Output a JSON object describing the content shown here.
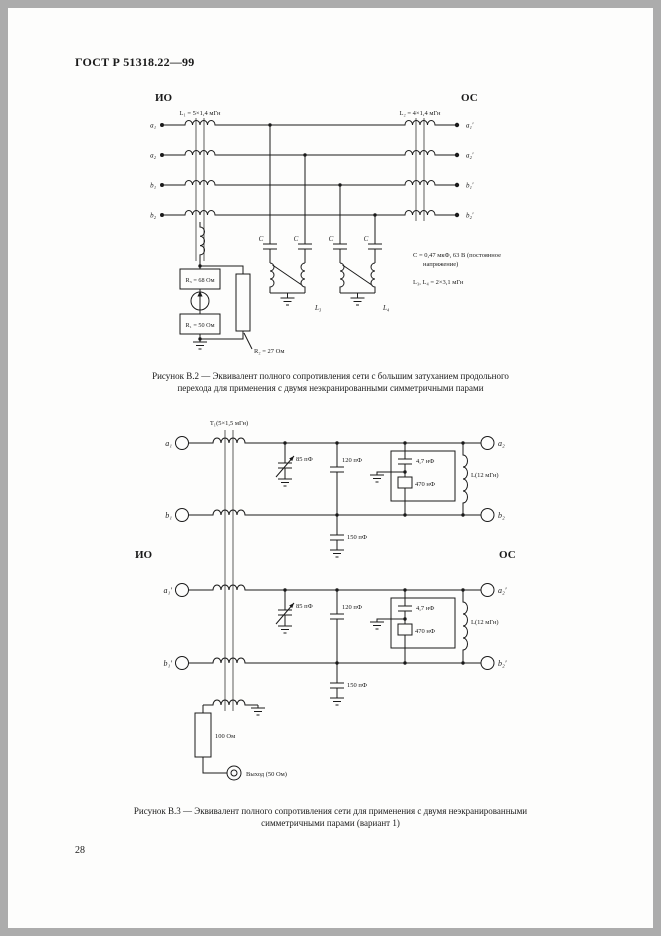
{
  "colors": {
    "frame": "#acacac",
    "paper": "#fdfdfc",
    "ink": "#1a1a1a"
  },
  "header": {
    "title": "ГОСТ Р 51318.22—99"
  },
  "figure_b2": {
    "io_label": "ИО",
    "oc_label": "ОС",
    "l1_label": "L₁ = 5×1,4 мГн",
    "l2_label": "L₂ = 4×1,4 мГн",
    "terminals_left": {
      "a1": "a₁",
      "a2": "a₂",
      "b1": "b₁",
      "b2": "b₂"
    },
    "terminals_right": {
      "a1": "a₁′",
      "a2": "a₂′",
      "b1": "b₁′",
      "b2": "b₂′"
    },
    "cap_label": "C",
    "l3_label": "L₃",
    "l4_label": "L₄",
    "note_line1": "С = 0,47 мкФ, 63 В (постоянное",
    "note_line2": "напряжение)",
    "note_l34": "L₃, L₄ = 2×3,1 мГн",
    "r3_label": "R₃ = 68 Ом",
    "r1_label": "R₁ = 50 Ом",
    "r2_label": "R₂ = 27 Ом",
    "caption_line1": "Рисунок В.2 — Эквивалент полного сопротивления сети с большим затуханием продольного",
    "caption_line2": "перехода для применения с двумя неэкранированными симметричными парами"
  },
  "figure_b3": {
    "t1_label": "Т₁(5×1,5 мГн)",
    "io_label": "ИО",
    "oc_label": "ОС",
    "terminals_left": {
      "a1": "a₁",
      "b1": "b₁",
      "a1p": "a₁′",
      "b1p": "b₁′"
    },
    "terminals_right": {
      "a2": "a₂",
      "b2": "b₂",
      "a2p": "a₂′",
      "b2p": "b₂′"
    },
    "net1": {
      "c85": "85 пФ",
      "c120": "120 пФ",
      "c47": "4,7 нФ",
      "c470": "470 нФ",
      "l12": "L(12 мГн)",
      "c150": "150 пФ"
    },
    "net2": {
      "c85": "85 пФ",
      "c120": "120 пФ",
      "c47": "4,7 нФ",
      "c470": "470 нФ",
      "l12": "L(12 мГн)",
      "c150": "150 пФ"
    },
    "r100_label": "100 Ом",
    "output_label": "Выход (50 Ом)",
    "caption_line1": "Рисунок В.3 — Эквивалент полного сопротивления сети для применения с двумя неэкранированными",
    "caption_line2": "симметричными парами (вариант 1)"
  },
  "footer": {
    "page_number": "28"
  }
}
